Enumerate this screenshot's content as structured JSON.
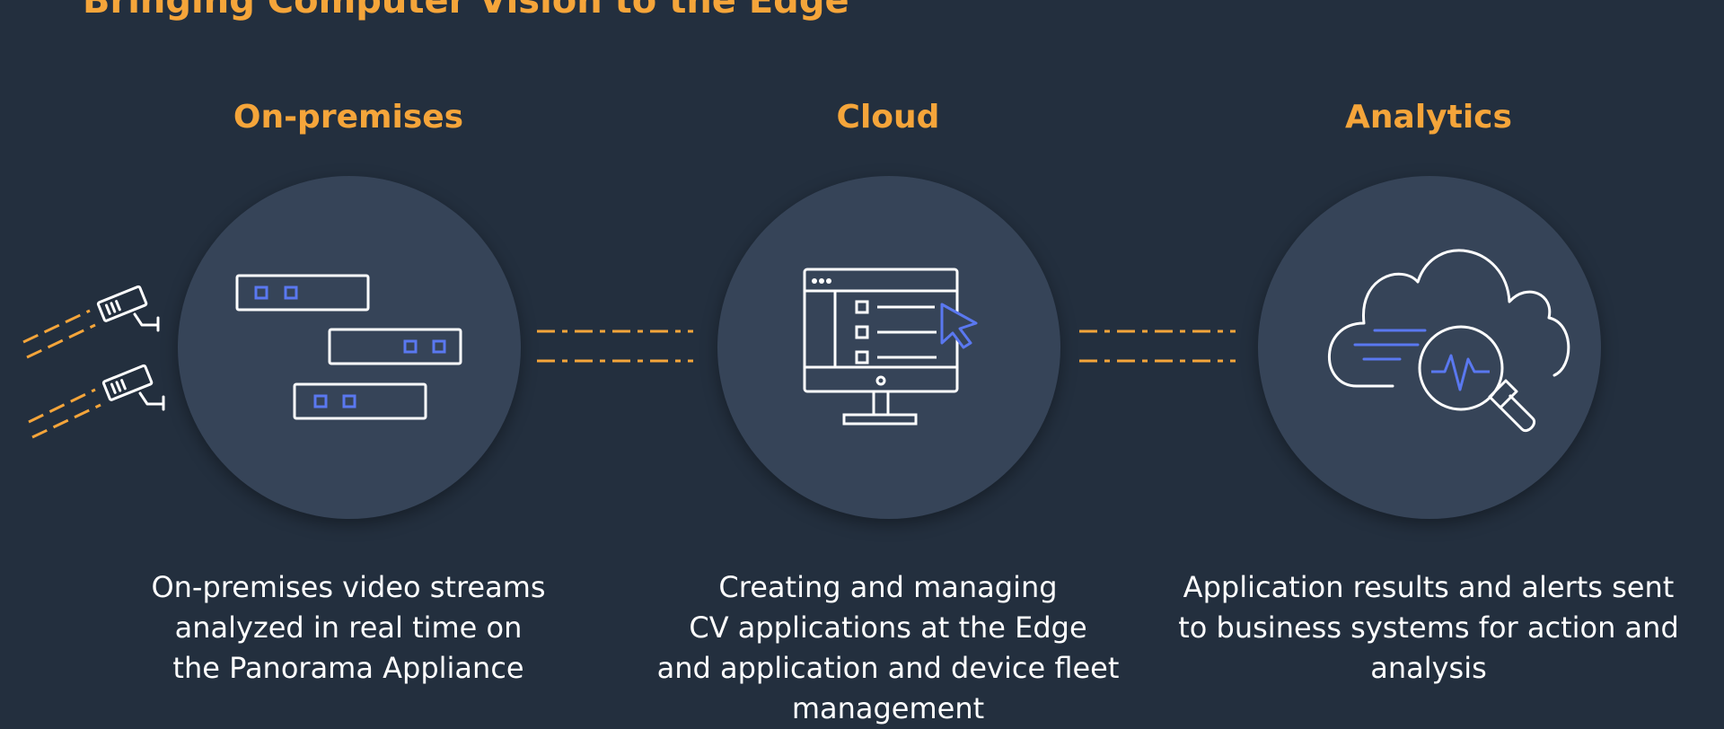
{
  "title": "Bringing Computer Vision to the Edge",
  "columns": [
    {
      "heading": "On-premises",
      "desc": [
        "On-premises video streams",
        "analyzed in real time on",
        "the Panorama Appliance"
      ]
    },
    {
      "heading": "Cloud",
      "desc": [
        "Creating and managing",
        "CV applications at the Edge",
        "and application and device fleet",
        "management"
      ]
    },
    {
      "heading": "Analytics",
      "desc": [
        "Application results and alerts sent",
        "to business systems for action and",
        "analysis"
      ]
    }
  ],
  "colors": {
    "background": "#232f3e",
    "circle": "#364458",
    "accent": "#f5a53a",
    "icon_line": "#ffffff",
    "icon_highlight": "#5a78f0"
  },
  "icons": [
    "security-camera-icon",
    "server-rack-icon",
    "monitor-dashboard-icon",
    "cursor-icon",
    "cloud-analytics-icon",
    "magnifier-icon"
  ]
}
